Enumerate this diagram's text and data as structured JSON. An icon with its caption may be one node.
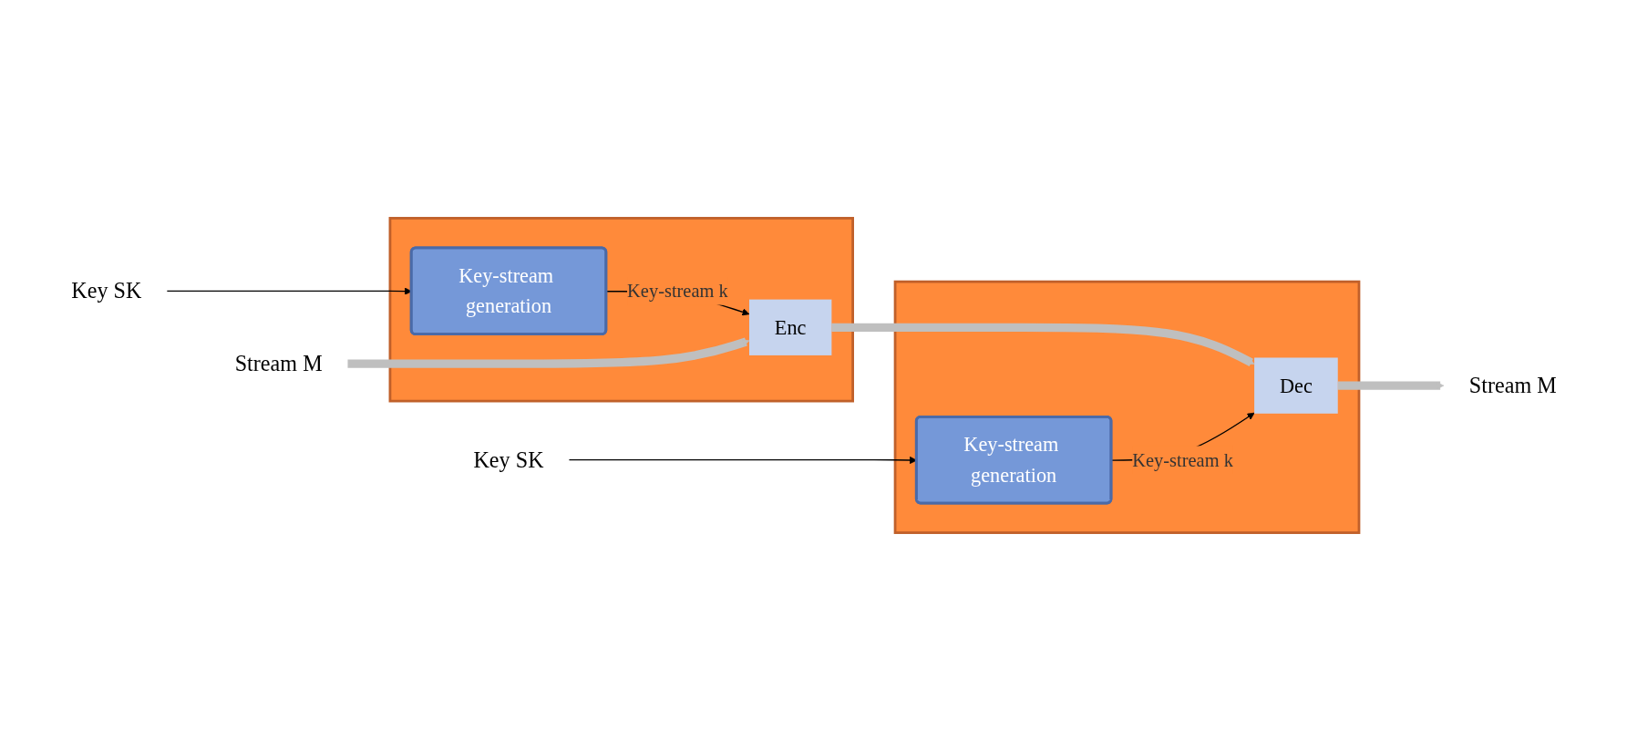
{
  "diagram": {
    "nodes": [
      {
        "text": [
          "Key SK"
        ]
      },
      {
        "text": [],
        "shape": "box"
      },
      {
        "text": [
          "Key-stream generation"
        ],
        "in": 1
      },
      {
        "text": [
          "Stream M"
        ]
      },
      {
        "text": [
          "Enc"
        ],
        "in": 1
      },
      {
        "text": [
          "Key SK"
        ]
      },
      {
        "text": [],
        "shape": "box"
      },
      {
        "text": [
          "Key-stream generation"
        ],
        "in": 6
      },
      {
        "text": [
          "Dec"
        ],
        "in": 6
      },
      {
        "text": [
          "Stream M"
        ]
      }
    ],
    "edges": [
      {
        "from": 0,
        "to": 2,
        "arrow": "to"
      },
      {
        "from": 2,
        "to": 4,
        "arrow": "to",
        "label": "Key-stream k"
      },
      {
        "from": 3,
        "to": 4,
        "arrow": "to",
        "style": "thick",
        "color": "#bfbfbf"
      },
      {
        "from": 4,
        "to": 8,
        "arrow": "to",
        "style": "thick",
        "color": "#bfbfbf"
      },
      {
        "from": 5,
        "to": 7,
        "arrow": "to"
      },
      {
        "from": 7,
        "to": 8,
        "arrow": "to",
        "label": "Key-stream k"
      },
      {
        "from": 8,
        "to": 9,
        "arrow": "to",
        "style": "thick",
        "color": "#bfbfbf"
      }
    ]
  }
}
